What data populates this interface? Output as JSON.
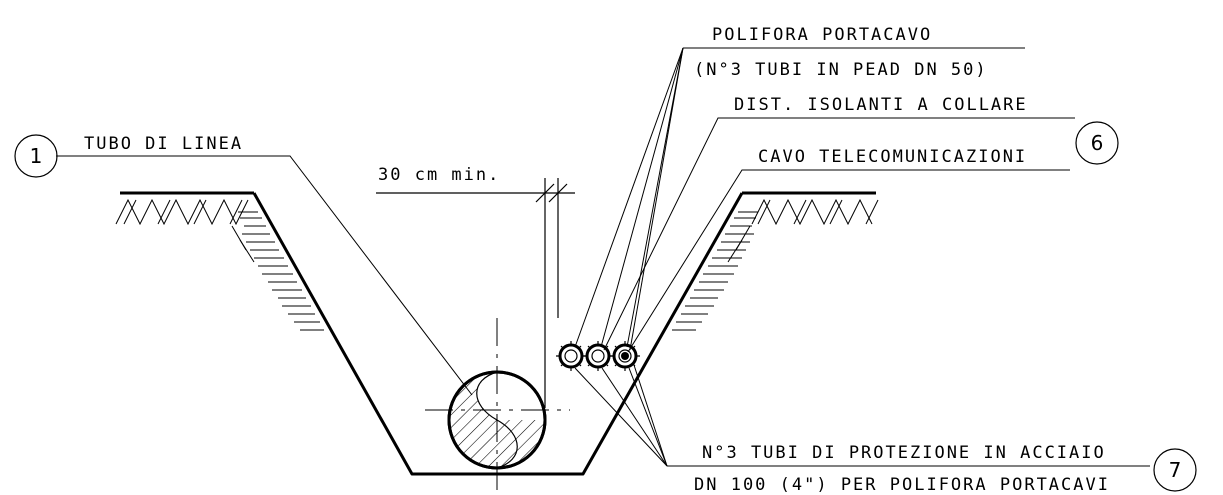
{
  "labels": {
    "pipe": "TUBO DI LINEA",
    "polifora_1": "POLIFORA PORTACAVO",
    "polifora_2": "(N°3 TUBI IN PEAD DN 50)",
    "spacers": "DIST. ISOLANTI A COLLARE",
    "cable": "CAVO TELECOMUNICAZIONI",
    "protection_1": "N°3 TUBI DI PROTEZIONE IN ACCIAIO",
    "protection_2": "DN 100 (4\") PER POLIFORA PORTACAVI",
    "clearance": "30 cm min."
  },
  "markers": {
    "pipe": "1",
    "spacers": "6",
    "protection": "7"
  }
}
